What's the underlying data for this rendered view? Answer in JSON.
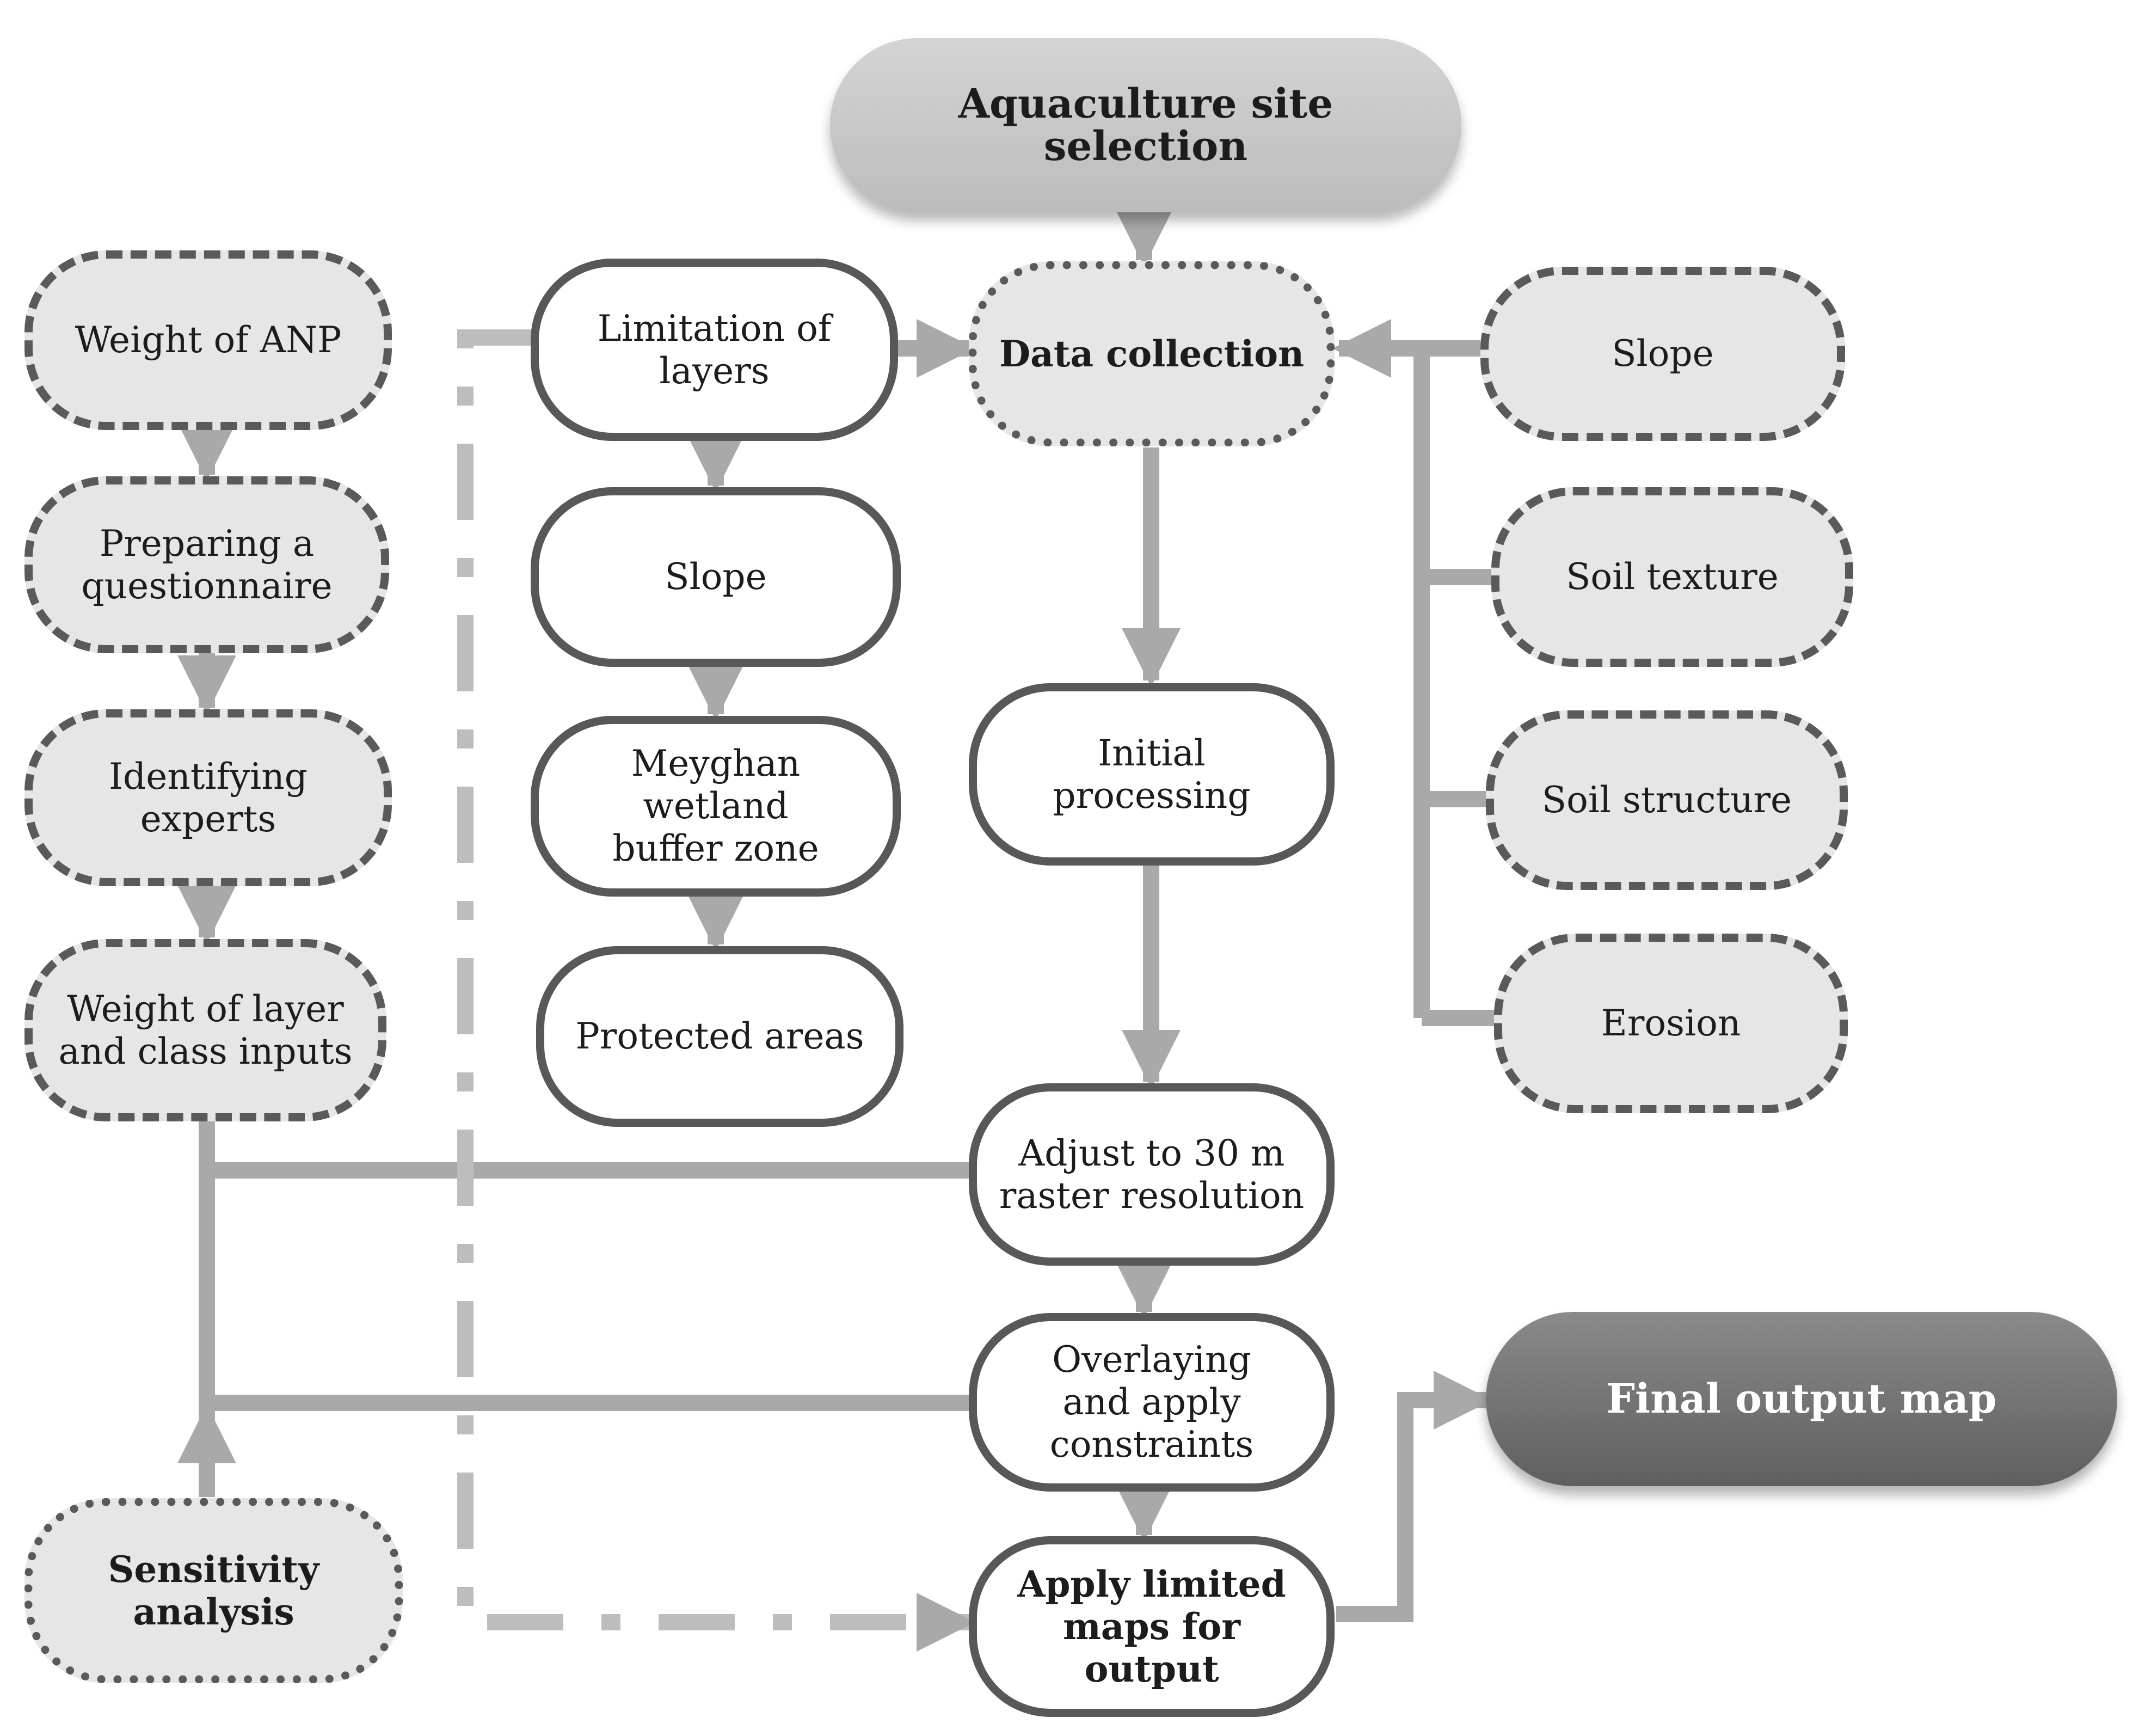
{
  "nodes": {
    "aquaculture_site_selection": "Aquaculture site selection",
    "data_collection": "Data collection",
    "initial_processing": "Initial processing",
    "adjust_resolution": "Adjust to 30 m\nraster resolution",
    "overlaying": "Overlaying\nand apply\nconstraints",
    "apply_limited_maps": "Apply limited\nmaps for output",
    "final_output_map": "Final output map",
    "limitation_of_layers": "Limitation of\nlayers",
    "limitation_slope": "Slope",
    "meyghan_buffer": "Meyghan wetland\nbuffer zone",
    "protected_areas": "Protected areas",
    "weight_of_anp": "Weight of ANP",
    "preparing_questionnaire": "Preparing a\nquestionnaire",
    "identifying_experts": "Identifying experts",
    "weight_of_layer": "Weight of layer\nand class inputs",
    "sensitivity_analysis": "Sensitivity\nanalysis",
    "input_slope": "Slope",
    "soil_texture": "Soil texture",
    "soil_structure": "Soil structure",
    "erosion": "Erosion"
  }
}
